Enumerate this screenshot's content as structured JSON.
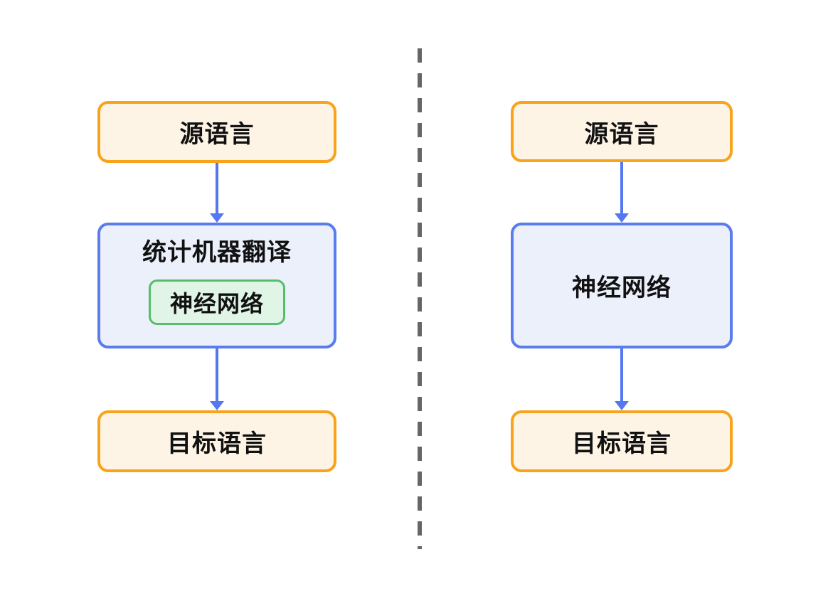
{
  "colors": {
    "orange-border": "#F7A41C",
    "orange-fill": "#FDF4E6",
    "blue-border": "#5B7CEC",
    "blue-fill": "#EBF0FB",
    "green-border": "#57BD6C",
    "green-fill": "#E0F5E5",
    "arrow": "#5478F0",
    "divider": "#666666",
    "text": "#111111",
    "canvas-bg": "#FFFFFF"
  },
  "left_flow": {
    "source_label": "源语言",
    "smt_title": "统计机器翻译",
    "nested_label": "神经网络",
    "target_label": "目标语言"
  },
  "right_flow": {
    "source_label": "源语言",
    "nn_label": "神经网络",
    "target_label": "目标语言"
  }
}
